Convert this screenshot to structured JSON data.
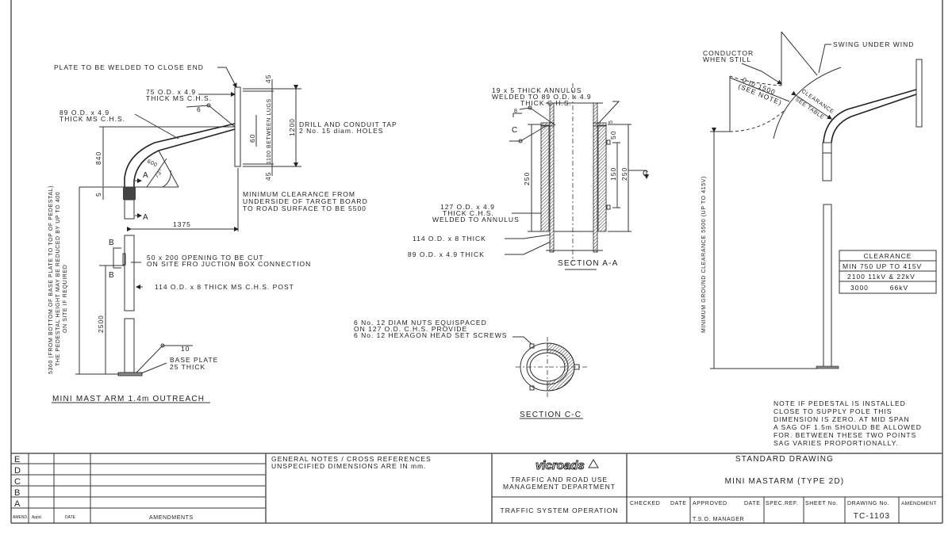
{
  "left_view": {
    "plate_note": "PLATE TO BE WELDED TO CLOSE END",
    "arm_top_1": "75 O.D. x 4.9",
    "arm_top_2": "THICK MS C.H.S.",
    "weld_6": "6",
    "arm_1": "89 O.D. x 4.9",
    "arm_2": "THICK MS C.H.S.",
    "drill_1": "DRILL AND CONDUIT TAP",
    "drill_2": "2 No. 15 diam. HOLES",
    "dim_45_top": "45",
    "dim_45_bottom": "45",
    "dim_1200": "1200",
    "dim_1100": "1100 BETWEEN LUGS",
    "dim_60": "60",
    "dim_840": "840",
    "dim_600": "600",
    "angle_73": "73°",
    "dim_5": "5",
    "section_a": "A",
    "section_b": "B",
    "clear_1": "MINIMUM CLEARANCE FROM",
    "clear_2": "UNDERSIDE OF TARGET BOARD",
    "clear_3": "TO ROAD SURFACE TO BE 5500",
    "dim_1375": "1375",
    "opening_1": "50 x 200 OPENING TO BE CUT",
    "opening_2": "ON SITE FRO JUCTION BOX CONNECTION",
    "post_note": "114 O.D. x 8 THICK MS C.H.S. POST",
    "dim_2500": "2500",
    "weld_10": "10",
    "base_1": "BASE PLATE",
    "base_2": "25 THICK",
    "height_1": "5360 (FROM BOTTOM OF BASE PLATE TO TOP OF PEDESTAL)",
    "height_2": "THE PEDESTAL HEIGHT MAY BE REDUCED BY UP TO 400",
    "height_3": "ON SITE IF REQUIRED",
    "title": "MINI MAST ARM 1.4m OUTREACH"
  },
  "section_aa": {
    "annulus_1": "19 x 5 THICK ANNULUS",
    "annulus_2": "WELDED TO 89 O.D. x 4.9",
    "annulus_3": "THICK C.H.S.",
    "weld_8": "8",
    "sec_c": "C",
    "dim_250_left": "250",
    "dim_5": "5",
    "dim_50": "50",
    "dim_150": "150",
    "dim_250_right": "250",
    "outer_1": "127 O.D. x 4.9",
    "outer_2": "THICK C.H.S.",
    "outer_3": "WELDED TO ANNULUS",
    "pipe_114": "114 O.D. x 8 THICK",
    "pipe_89": "89 O.D. x 4.9 THICK",
    "title": "SECTION A-A"
  },
  "section_cc": {
    "note_1": "6 No. 12 DIAM NUTS EQUISPACED",
    "note_2": "ON 127 O.D. C.H.S.   PROVIDE",
    "note_3": "6 No. 12 HEXAGON HEAD SET SCREWS",
    "title": "SECTION C-C"
  },
  "right_view": {
    "conductor_1": "CONDUCTOR",
    "conductor_2": "WHEN STILL",
    "swing": "SWING UNDER WIND",
    "range_1": "0 to 1500",
    "range_2": "(SEE NOTE)",
    "clearance_1": "CLEARANCE",
    "clearance_2": "SEE TABLE",
    "ground": "MINIMUM GROUND CLEARANCE 5500 (UP TO 415V)",
    "table": {
      "header": "CLEARANCE",
      "rows": [
        "MIN 750 UP TO 415V",
        "2100  11kV & 22kV",
        "3000        66kV"
      ]
    },
    "note": [
      "NOTE IF PEDESTAL IS INSTALLED",
      "CLOSE TO SUPPLY POLE THIS",
      "DIMENSION IS ZERO. AT MID SPAN",
      "A SAG OF 1.5m SHOULD BE ALLOWED",
      "FOR. BETWEEN THESE TWO POINTS",
      "SAG VARIES PROPORTIONALLY."
    ]
  },
  "title_block": {
    "amend_letters": [
      "E",
      "D",
      "C",
      "B",
      "A"
    ],
    "col_amend": "AMEND.",
    "col_appd": "Appd.",
    "col_date": "DATE",
    "col_amendments": "AMENDMENTS",
    "notes_1": "GENERAL NOTES / CROSS REFERENCES",
    "notes_2": "UNSPECIFIED DIMENSIONS ARE IN mm.",
    "logo": "vicroads",
    "dept_1": "TRAFFIC AND ROAD USE",
    "dept_2": "MANAGEMENT DEPARTMENT",
    "division": "TRAFFIC SYSTEM OPERATION",
    "standard": "STANDARD DRAWING",
    "drawing_title": "MINI MASTARM (TYPE 2D)",
    "checked": "CHECKED",
    "checked_date": "DATE",
    "approved": "APPROVED",
    "approved_date": "DATE",
    "approver": "T.S.O. MANAGER",
    "spec_ref": "SPEC.REF.",
    "sheet_no": "SHEET No.",
    "drawing_no_label": "DRAWING No.",
    "drawing_no": "TC-1103",
    "amendment": "AMENDMENT"
  }
}
